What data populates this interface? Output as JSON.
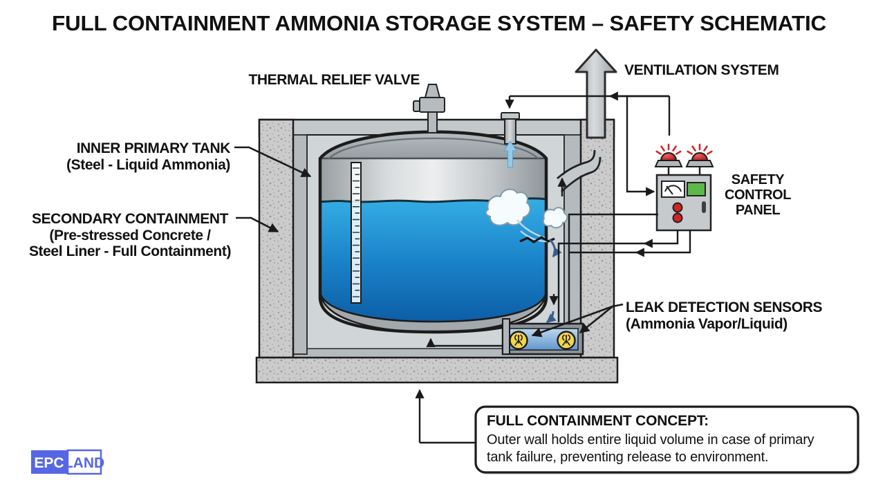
{
  "title": "FULL CONTAINMENT AMMONIA STORAGE SYSTEM – SAFETY SCHEMATIC",
  "labels": {
    "thermal_relief_valve": "THERMAL RELIEF VALVE",
    "ventilation_system": "VENTILATION SYSTEM",
    "inner_primary_tank_1": "INNER PRIMARY TANK",
    "inner_primary_tank_2": "(Steel - Liquid Ammonia)",
    "secondary_containment_1": "SECONDARY CONTAINMENT",
    "secondary_containment_2": "(Pre-stressed Concrete /",
    "secondary_containment_3": "Steel Liner - Full Containment)",
    "leak_detection_1": "LEAK DETECTION SENSORS",
    "leak_detection_2": "(Ammonia Vapor/Liquid)",
    "safety_panel_1": "SAFETY",
    "safety_panel_2": "CONTROL",
    "safety_panel_3": "PANEL"
  },
  "callout": {
    "heading": "FULL CONTAINMENT CONCEPT:",
    "body_1": "Outer wall holds entire liquid volume in case of primary",
    "body_2": "tank failure, preventing release to environment."
  },
  "logo": {
    "epc": "EPC",
    "land": "LAND"
  },
  "colors": {
    "logo_blue": "#5667e4",
    "liquid_blue": "#1b84c9",
    "alarm_red": "#cf2727",
    "display_green": "#5cb848",
    "sensor_yellow": "#f2d54d",
    "concrete_gray": "#cbcbcb",
    "line_black": "#1a1a1a"
  }
}
